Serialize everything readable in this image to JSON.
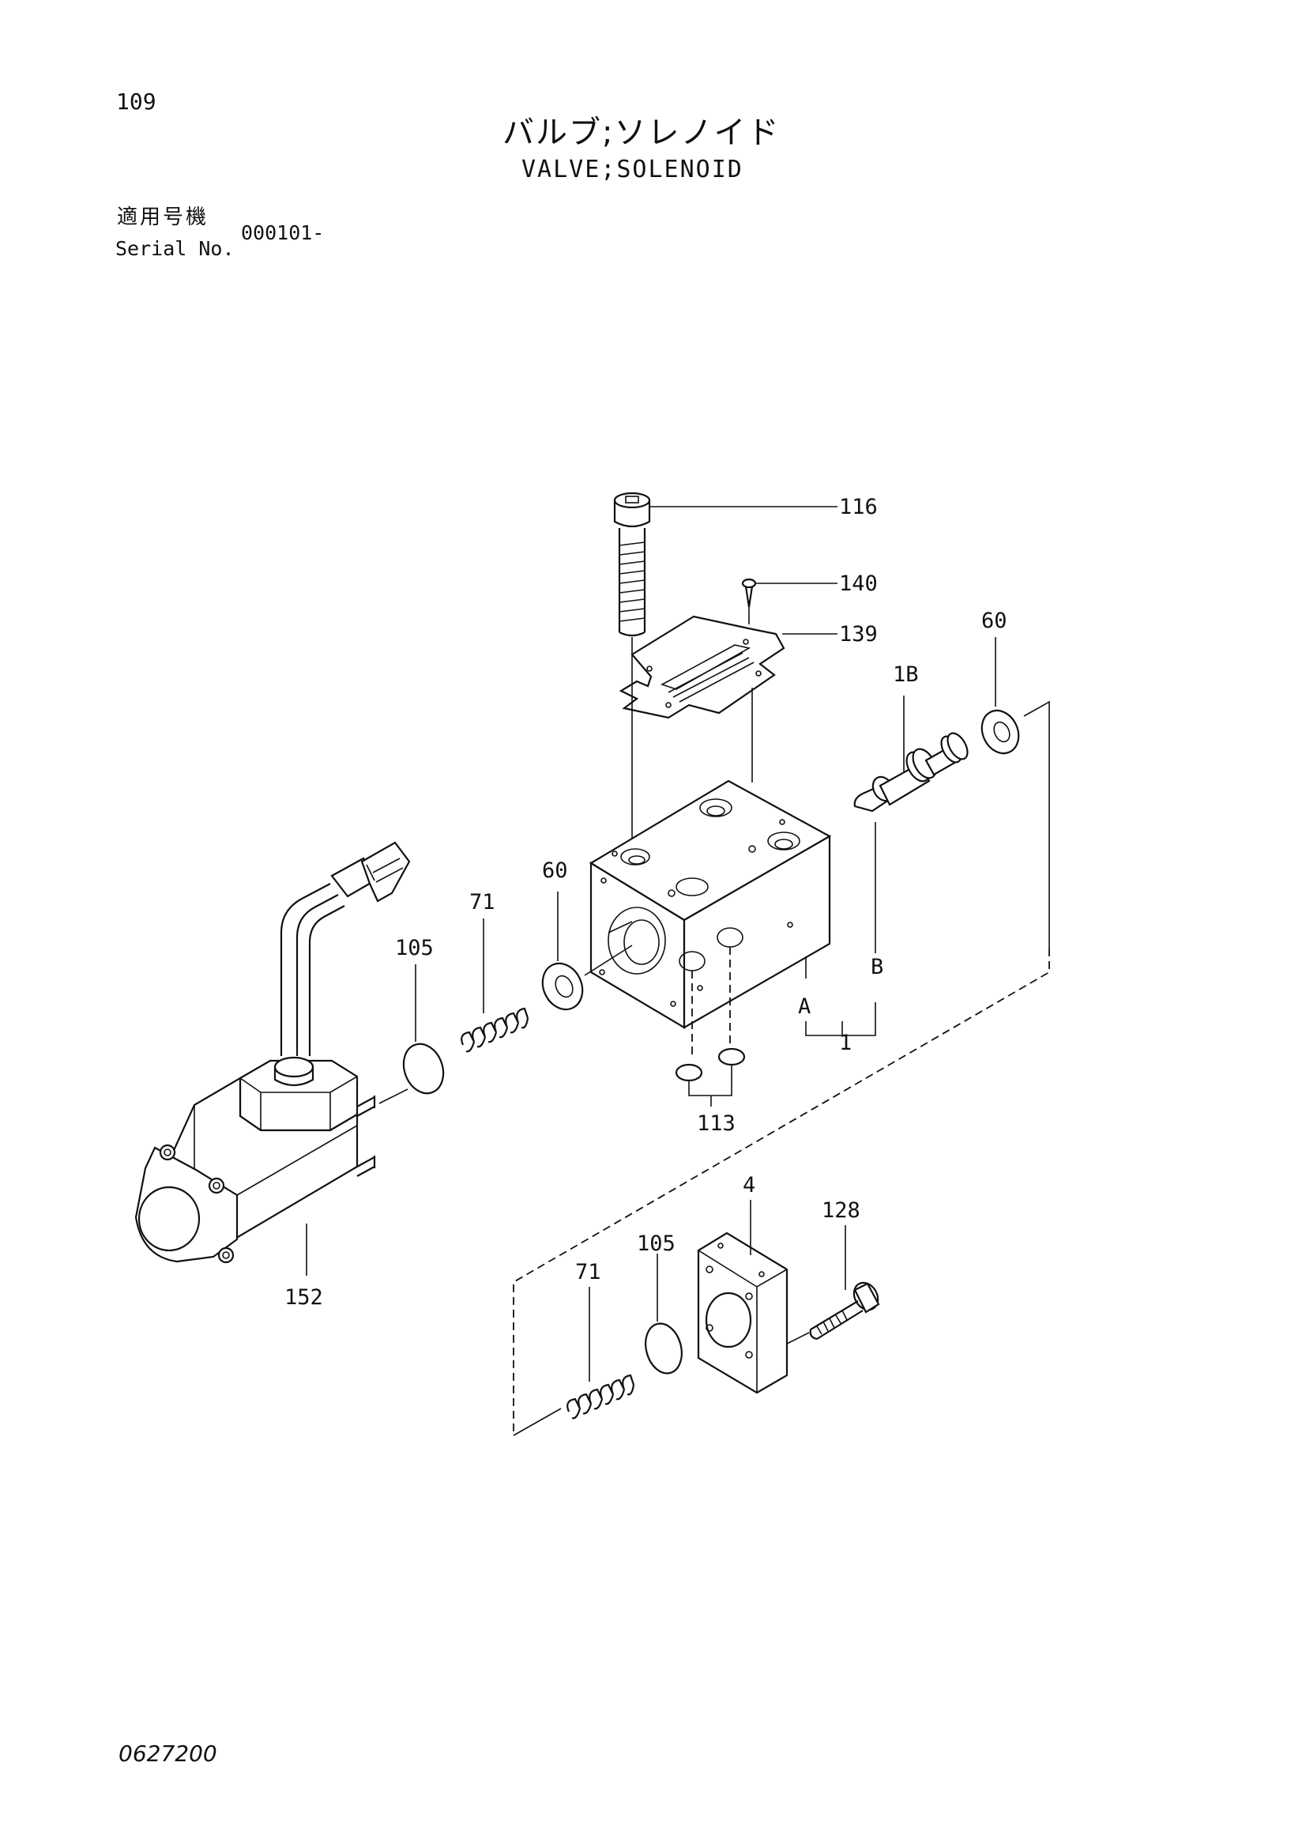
{
  "header": {
    "page_number": "109",
    "title_ja": "バルブ;ソレノイド",
    "title_en": "VALVE;SOLENOID",
    "serial_label_ja": "適用号機",
    "serial_label_en": "Serial No.",
    "serial_value": "000101-"
  },
  "footer": {
    "doc_code": "0627200"
  },
  "callouts": {
    "c116": "116",
    "c140": "140",
    "c139": "139",
    "c60a": "60",
    "c1B": "1B",
    "c60b": "60",
    "c71a": "71",
    "c105a": "105",
    "cA": "A",
    "cB": "B",
    "c1": "1",
    "c113": "113",
    "c152": "152",
    "c4": "4",
    "c128": "128",
    "c105b": "105",
    "c71b": "71"
  }
}
